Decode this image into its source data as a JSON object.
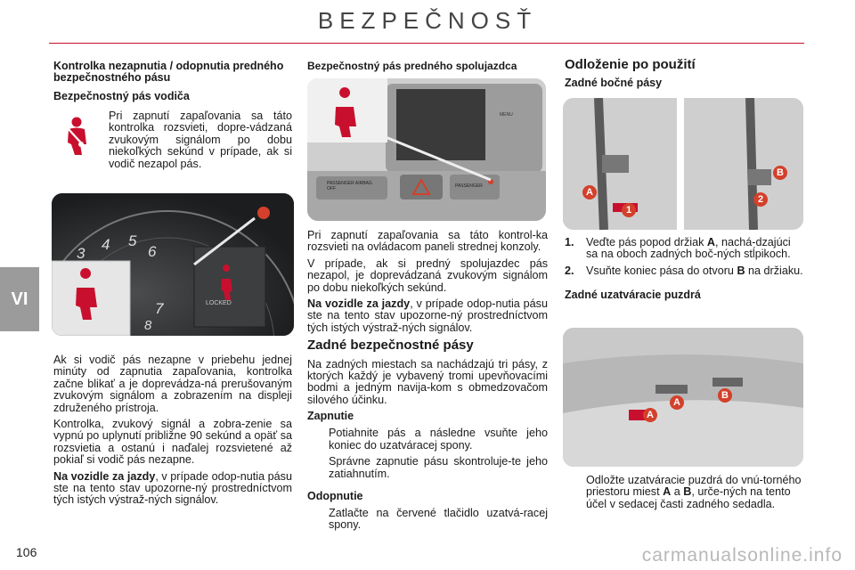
{
  "page": {
    "title": "BEZPEČNOSŤ",
    "chapter_tab": "VI",
    "page_number": "106",
    "watermark": "carmanualsonline.info"
  },
  "col1": {
    "heading": "Kontrolka nezapnutia / odopnutia predného bezpečnostného pásu",
    "subheading": "Bezpečnostný pás vodiča",
    "intro": "Pri zapnutí zapaľovania sa táto kontrolka rozsvieti, dopre-vádzaná zvukovým signálom po dobu niekoľkých sekúnd v prípade, ak si vodič nezapol pás.",
    "para1": "Ak si vodič pás nezapne v priebehu jednej minúty od zapnutia zapaľovania, kontrolka začne blikať a je doprevádza-ná prerušovaným zvukovým signálom a zobrazením na displeji združeného prístroja.",
    "para2": "Kontrolka, zvukový signál a zobra-zenie sa vypnú po uplynutí približne 90 sekúnd a opäť sa rozsvietia a ostanú i naďalej rozsvietené až pokiaľ si vodič pás nezapne.",
    "para3_bold": "Na vozidle za jazdy",
    "para3_rest": ", v prípade odop-nutia pásu ste na tento stav upozorne-ný prostredníctvom tých istých výstraž-ných signálov.",
    "gauge_numbers": [
      "3",
      "4",
      "5",
      "6",
      "7",
      "8"
    ],
    "display_text": "LOCKED"
  },
  "col2": {
    "heading": "Bezpečnostný pás predného spolujazdca",
    "panel_labels": [
      "PASSENGER AIRBAG OFF",
      "PASSENGER"
    ],
    "panel_button": "MENU",
    "para1": "Pri zapnutí zapaľovania sa táto kontrol-ka rozsvieti na ovládacom paneli strednej konzoly.",
    "para2": "V prípade, ak si predný spolujazdec pás nezapol, je doprevádzaná zvukovým signálom po dobu niekoľkých sekúnd.",
    "para3_bold": "Na vozidle za jazdy",
    "para3_rest": ", v prípade odop-nutia pásu ste na tento stav upozorne-ný prostredníctvom tých istých výstraž-ných signálov.",
    "rear_heading": "Zadné bezpečnostné pásy",
    "rear_para": "Na zadných miestach sa nachádzajú tri pásy, z ktorých každý je vybavený tromi upevňovacími bodmi a jedným navija-kom s obmedzovačom silového účinku.",
    "fasten_heading": "Zapnutie",
    "fasten_items": [
      "Potiahnite pás a následne vsuňte jeho koniec do uzatváracej spony.",
      "Správne zapnutie pásu skontroluje-te jeho zatiahnutím."
    ],
    "unfasten_heading": "Odopnutie",
    "unfasten_items": [
      "Zatlačte na červené tlačidlo uzatvá-racej spony."
    ],
    "bullet_glyph": ""
  },
  "col3": {
    "heading": "Odloženie po použití",
    "sub1": "Zadné bočné pásy",
    "img1_labels": [
      "A",
      "1",
      "B",
      "2"
    ],
    "steps": [
      {
        "n": "1.",
        "t1": "Veďte pás popod držiak ",
        "b": "A",
        "t2": ", nachá-dzajúci sa na oboch zadných boč-ných stĺpikoch."
      },
      {
        "n": "2.",
        "t1": "Vsuňte koniec pása do otvoru ",
        "b": "B",
        "t2": " na držiaku."
      }
    ],
    "sub2": "Zadné uzatváracie puzdrá",
    "img2_labels": [
      "A",
      "A",
      "B"
    ],
    "final_t1": "Odložte uzatváracie puzdrá do vnú-torného priestoru miest ",
    "final_b1": "A",
    "final_t2": " a ",
    "final_b2": "B",
    "final_t3": ", urče-ných na tento účel v sedacej časti zadného sedadla."
  },
  "colors": {
    "accent_red": "#c8102e",
    "tab_grey": "#9b9b9b",
    "label_red": "#d3402b"
  },
  "icons": [
    "seatbelt-warning-icon",
    "warning-triangle-icon"
  ]
}
